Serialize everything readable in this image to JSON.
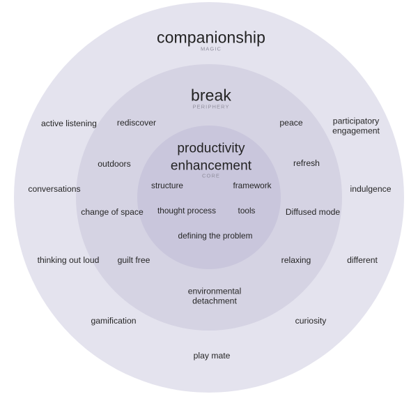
{
  "diagram": {
    "type": "concentric-circles",
    "colors": {
      "background": "#ffffff",
      "outer_ring": "#e4e3ee",
      "middle_ring": "#d5d3e3",
      "core_circle": "#c9c6dc",
      "text": "#262626",
      "subtitle": "#8e8c9b"
    },
    "levels": [
      {
        "id": "outer",
        "title": "companionship",
        "subtitle": "MAGIC",
        "items": [
          "active listening",
          "participatory\nengagement",
          "conversations",
          "indulgence",
          "thinking out loud",
          "different",
          "gamification",
          "curiosity",
          "play mate"
        ]
      },
      {
        "id": "middle",
        "title": "break",
        "subtitle": "PERIPHERY",
        "items": [
          "rediscover",
          "peace",
          "outdoors",
          "refresh",
          "change of space",
          "Diffused mode",
          "guilt free",
          "relaxing",
          "environmental\ndetachment"
        ]
      },
      {
        "id": "core",
        "title": "productivity\nenhancement",
        "subtitle": "CORE",
        "items": [
          "structure",
          "framework",
          "thought process",
          "tools",
          "defining the problem"
        ]
      }
    ]
  },
  "labels": {
    "outer_title": "companionship",
    "outer_subtitle": "MAGIC",
    "middle_title": "break",
    "middle_subtitle": "PERIPHERY",
    "core_title": "productivity\nenhancement",
    "core_subtitle": "CORE",
    "active_listening": "active listening",
    "participatory_engagement": "participatory\nengagement",
    "conversations": "conversations",
    "indulgence": "indulgence",
    "thinking_out_loud": "thinking out loud",
    "different": "different",
    "gamification": "gamification",
    "curiosity": "curiosity",
    "play_mate": "play mate",
    "rediscover": "rediscover",
    "peace": "peace",
    "outdoors": "outdoors",
    "refresh": "refresh",
    "change_of_space": "change of space",
    "diffused_mode": "Diffused mode",
    "guilt_free": "guilt free",
    "relaxing": "relaxing",
    "environmental_detachment": "environmental\ndetachment",
    "structure": "structure",
    "framework": "framework",
    "thought_process": "thought process",
    "tools": "tools",
    "defining_the_problem": "defining the problem"
  }
}
